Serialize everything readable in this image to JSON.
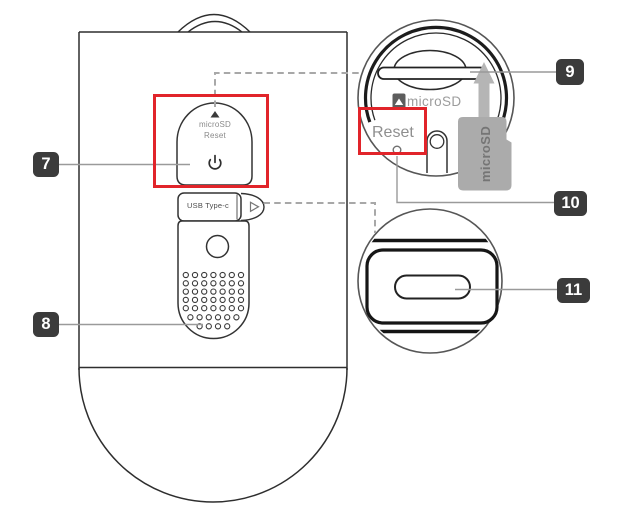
{
  "diagram_title": "dashcam-parts-callout-diagram",
  "device_labels": {
    "cover_microsd": "microSD",
    "cover_reset": "Reset",
    "usb_port": "USB Type-c"
  },
  "detail_views": {
    "top_view": {
      "microsd_label": "microSD",
      "reset_label": "Reset",
      "card_label": "microSD"
    }
  },
  "callouts": {
    "power_button": "7",
    "speaker": "8",
    "microsd_slot": "9",
    "reset_hole": "10",
    "usb_port": "11"
  },
  "icons": {
    "power": "power-icon",
    "insert_direction": "sd-card-icon",
    "cover_triangle": "triangle-up-icon",
    "usb_triangle": "triangle-right-icon",
    "insert_arrow": "arrow-up-icon"
  },
  "colors": {
    "callout_bg": "#3b3b3b",
    "callout_text": "#ffffff",
    "highlight_red": "#e1242a",
    "outline_dark": "#2e2e2e",
    "leader_gray": "#9a9a9a",
    "dashed_gray": "#a8a8a8",
    "card_gray": "#ababab",
    "label_gray": "#8a8a8a"
  }
}
